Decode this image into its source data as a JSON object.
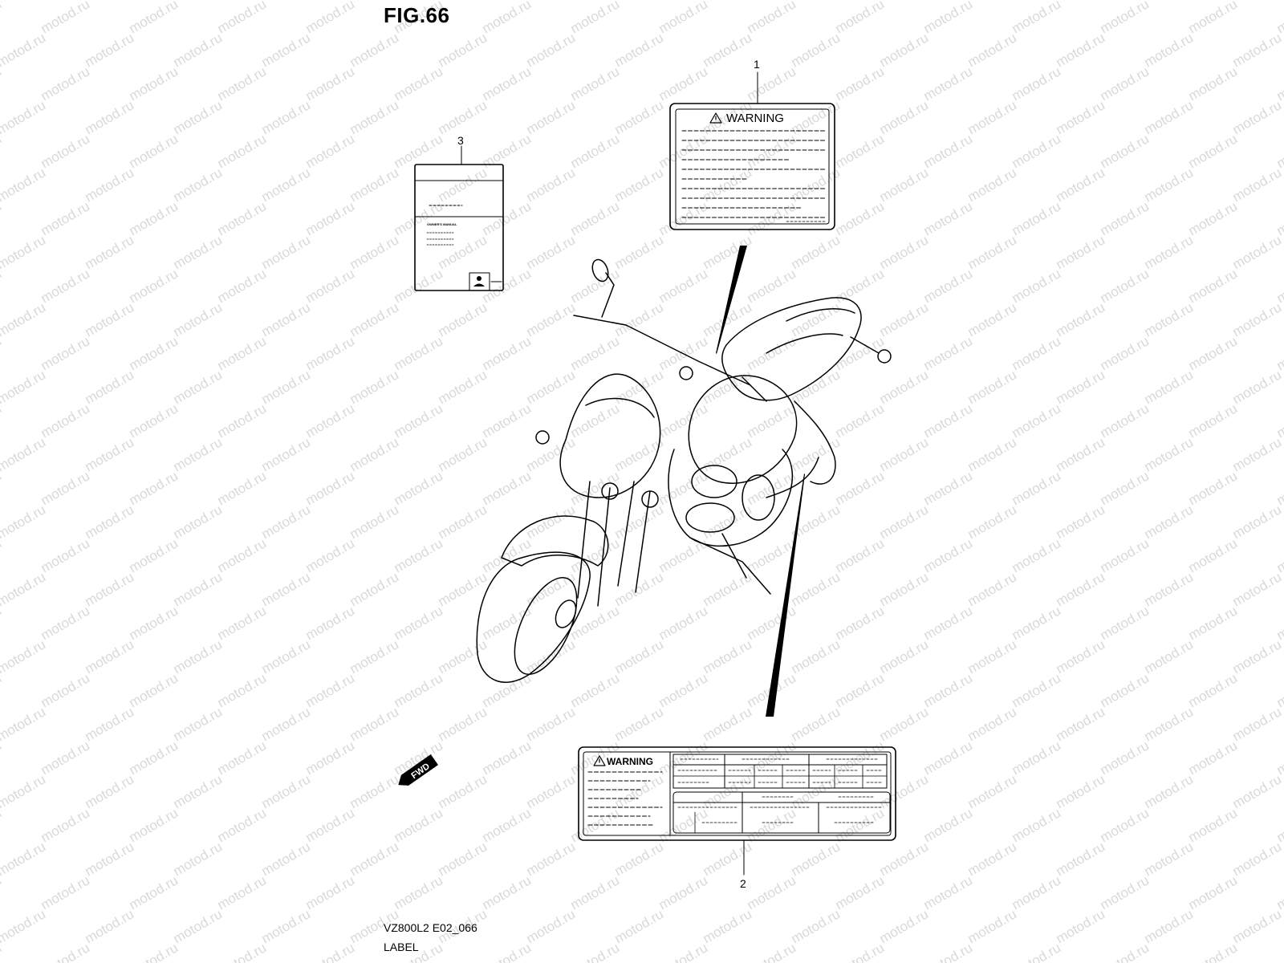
{
  "figure": {
    "title": "FIG.66",
    "code": "VZ800L2 E02_066",
    "caption": "LABEL"
  },
  "watermark": {
    "text": "motod.ru"
  },
  "callouts": [
    "1",
    "2",
    "3"
  ],
  "label_1": {
    "heading": "WARNING"
  },
  "label_2": {
    "heading": "WARNING"
  },
  "label_3": {
    "heading": "OWNER'S MANUAL"
  },
  "fwd_arrow": {
    "text": "FWD"
  },
  "colors": {
    "line": "#000000",
    "watermark": "#d9d9d9",
    "background": "#ffffff"
  }
}
